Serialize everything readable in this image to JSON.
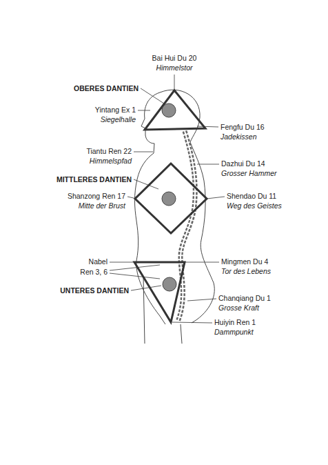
{
  "diagram": {
    "labels": [
      "Bai Hui Du 20",
      "Himmelstor",
      "OBERES DANTIEN",
      "Yintang Ex 1",
      "Siegelhalle",
      "Fengfu Du 16",
      "Jadekissen",
      "Tiantu Ren 22",
      "Himmelspfad",
      "Dazhui Du 14",
      "Grosser Hammer",
      "MITTLERES DANTIEN",
      "Shanzong Ren 17",
      "Mitte der Brust",
      "Shendao Du 11",
      "Weg des Geistes",
      "Nabel",
      "Ren 3, 6",
      "Mingmen Du 4",
      "Tor des Lebens",
      "UNTERES DANTIEN",
      "Chanqiang Du 1",
      "Grosse Kraft",
      "Huiyin Ren 1",
      "Dammpunkt"
    ]
  }
}
